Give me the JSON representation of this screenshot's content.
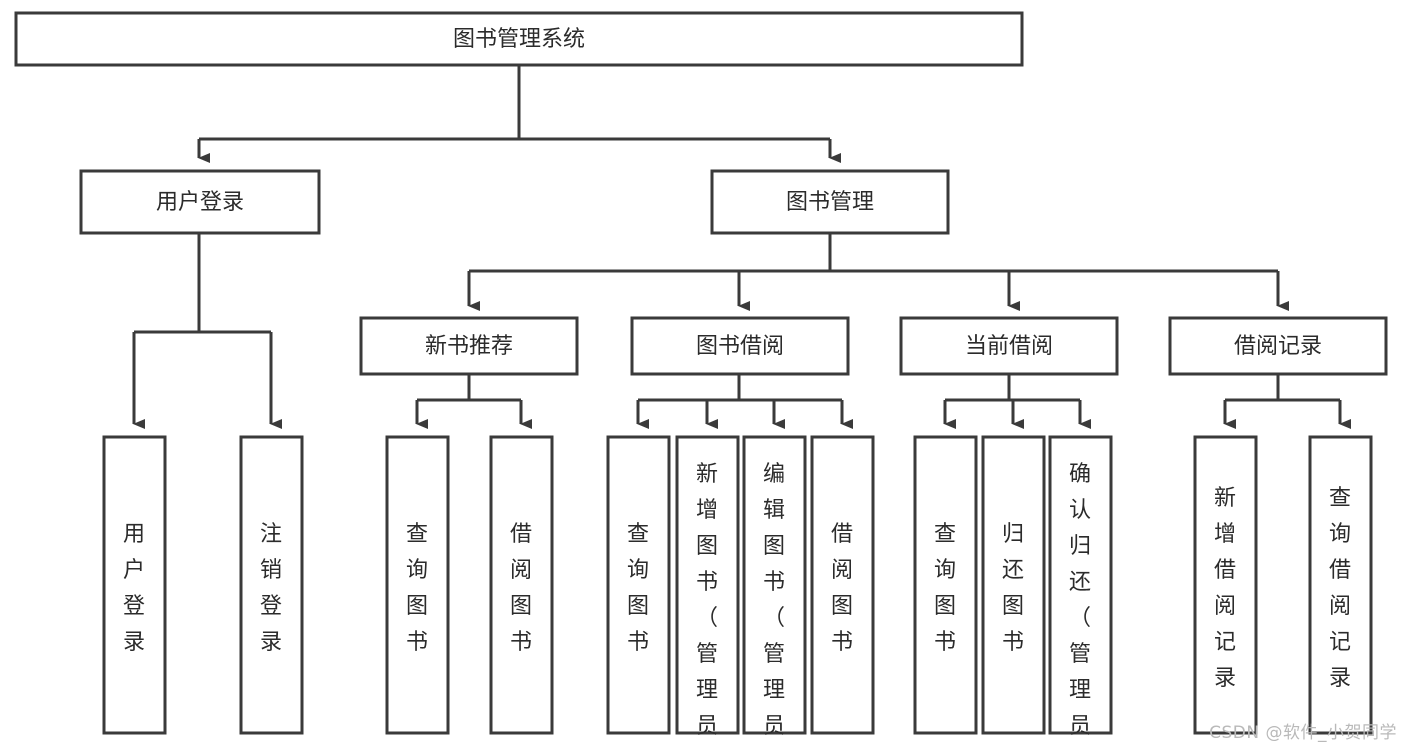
{
  "diagram": {
    "type": "tree",
    "title": "图书管理系统",
    "watermark": "CSDN @软件_小贺同学",
    "colors": {
      "stroke": "#3a3a3a",
      "fill": "#ffffff",
      "text": "#2b2b2b",
      "watermark": "#b9b9b9",
      "background": "#ffffff"
    },
    "root": {
      "label": "图书管理系统"
    },
    "level2": [
      {
        "id": "user-login",
        "label": "用户登录"
      },
      {
        "id": "book-management",
        "label": "图书管理"
      }
    ],
    "level3": [
      {
        "id": "new-book-recommend",
        "label": "新书推荐"
      },
      {
        "id": "book-borrow",
        "label": "图书借阅"
      },
      {
        "id": "current-borrow",
        "label": "当前借阅"
      },
      {
        "id": "borrow-record",
        "label": "借阅记录"
      }
    ],
    "leaves": [
      {
        "id": "leaf-user-login",
        "label": "用户登录",
        "parent": "user-login"
      },
      {
        "id": "leaf-logout",
        "label": "注销登录",
        "parent": "user-login"
      },
      {
        "id": "leaf-query-book-1",
        "label": "查询图书",
        "parent": "new-book-recommend"
      },
      {
        "id": "leaf-borrow-book-1",
        "label": "借阅图书",
        "parent": "new-book-recommend"
      },
      {
        "id": "leaf-query-book-2",
        "label": "查询图书",
        "parent": "book-borrow"
      },
      {
        "id": "leaf-add-book",
        "label": "新增图书（管理员）",
        "parent": "book-borrow"
      },
      {
        "id": "leaf-edit-book",
        "label": "编辑图书（管理员）",
        "parent": "book-borrow"
      },
      {
        "id": "leaf-borrow-book-2",
        "label": "借阅图书",
        "parent": "book-borrow"
      },
      {
        "id": "leaf-query-book-3",
        "label": "查询图书",
        "parent": "current-borrow"
      },
      {
        "id": "leaf-return-book",
        "label": "归还图书",
        "parent": "current-borrow"
      },
      {
        "id": "leaf-confirm-return",
        "label": "确认归还（管理员）",
        "parent": "current-borrow"
      },
      {
        "id": "leaf-add-record",
        "label": "新增借阅记录",
        "parent": "borrow-record"
      },
      {
        "id": "leaf-query-record",
        "label": "查询借阅记录",
        "parent": "borrow-record"
      }
    ]
  }
}
